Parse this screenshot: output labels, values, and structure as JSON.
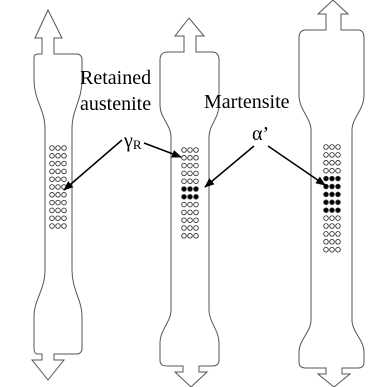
{
  "labels": {
    "retained_line1": "Retained",
    "retained_line2": "austenite",
    "gamma_symbol": "γ",
    "gamma_subscript": "R",
    "martensite": "Martensite",
    "alpha_symbol": "α’"
  },
  "specimens": [
    {
      "id": "specimen-1",
      "dot_rows": [
        "open",
        "open",
        "open",
        "open",
        "open",
        "open",
        "open",
        "open",
        "open",
        "open",
        "open"
      ]
    },
    {
      "id": "specimen-2",
      "dot_rows": [
        "open",
        "open",
        "open",
        "open",
        "open",
        "filled",
        "filled",
        "open",
        "open",
        "open",
        "open",
        "open"
      ]
    },
    {
      "id": "specimen-3",
      "dot_rows": [
        "open",
        "open",
        "open",
        "open",
        "filled",
        "filled",
        "filled",
        "filled",
        "filled",
        "open",
        "open",
        "open",
        "open",
        "open"
      ]
    }
  ],
  "colors": {
    "line": "#555555",
    "text": "#000000",
    "filled_dot": "#000000"
  }
}
